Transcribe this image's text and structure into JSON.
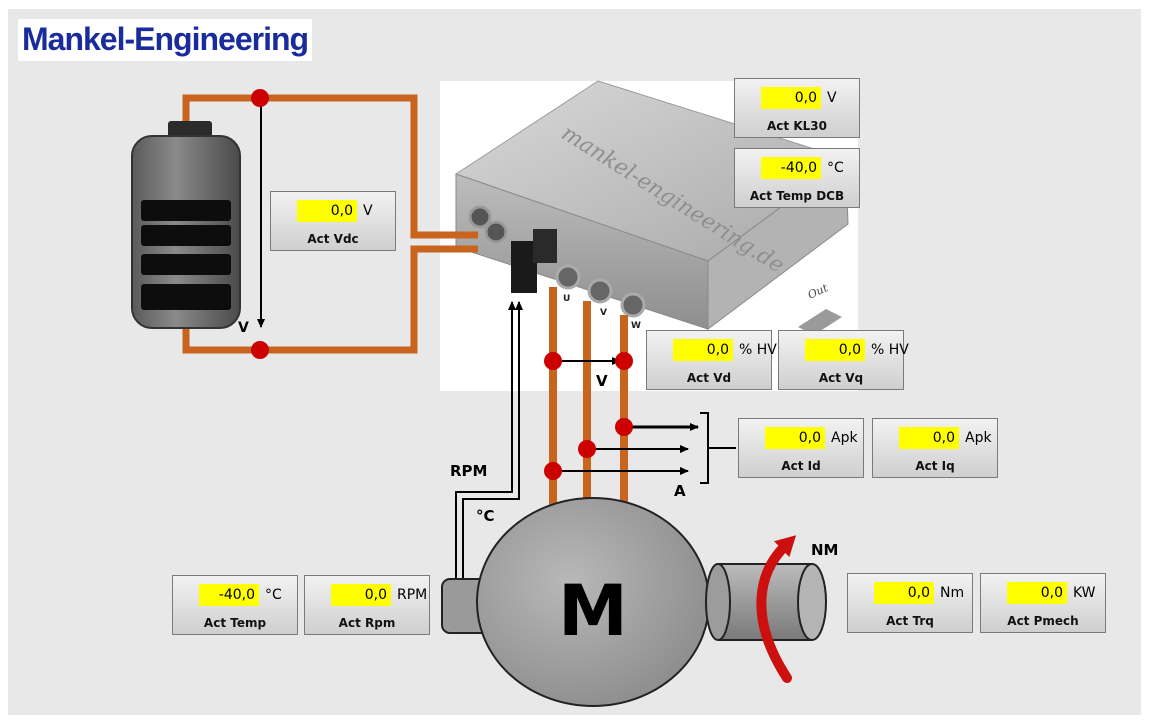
{
  "brand": {
    "title": "Mankel-Engineering"
  },
  "device": {
    "watermark": "mankel-engineering.de",
    "out_label": "Out",
    "phase_u": "U",
    "phase_v": "V",
    "phase_w": "W"
  },
  "diagram": {
    "battery_voltage_label": "V",
    "phase_voltage_label": "V",
    "phase_current_label": "A",
    "rpm_label": "RPM",
    "temp_label": "°C",
    "motor_label": "M",
    "torque_label": "NM"
  },
  "panels": {
    "act_vdc": {
      "value": "0,0",
      "unit": "V",
      "label": "Act Vdc"
    },
    "act_kl30": {
      "value": "0,0",
      "unit": "V",
      "label": "Act KL30"
    },
    "act_temp_dcb": {
      "value": "-40,0",
      "unit": "°C",
      "label": "Act Temp DCB"
    },
    "act_vd": {
      "value": "0,0",
      "unit": "% HV",
      "label": "Act Vd"
    },
    "act_vq": {
      "value": "0,0",
      "unit": "% HV",
      "label": "Act Vq"
    },
    "act_id": {
      "value": "0,0",
      "unit": "Apk",
      "label": "Act Id"
    },
    "act_iq": {
      "value": "0,0",
      "unit": "Apk",
      "label": "Act Iq"
    },
    "act_temp": {
      "value": "-40,0",
      "unit": "°C",
      "label": "Act Temp"
    },
    "act_rpm": {
      "value": "0,0",
      "unit": "RPM",
      "label": "Act Rpm"
    },
    "act_trq": {
      "value": "0,0",
      "unit": "Nm",
      "label": "Act Trq"
    },
    "act_pmech": {
      "value": "0,0",
      "unit": "KW",
      "label": "Act Pmech"
    }
  },
  "colors": {
    "background": "#e8e8e8",
    "cable": "#c8641e",
    "node": "#cc0000",
    "value_box": "#ffff00",
    "title": "#1a2b9c",
    "rotation_arrow": "#cc1010"
  }
}
